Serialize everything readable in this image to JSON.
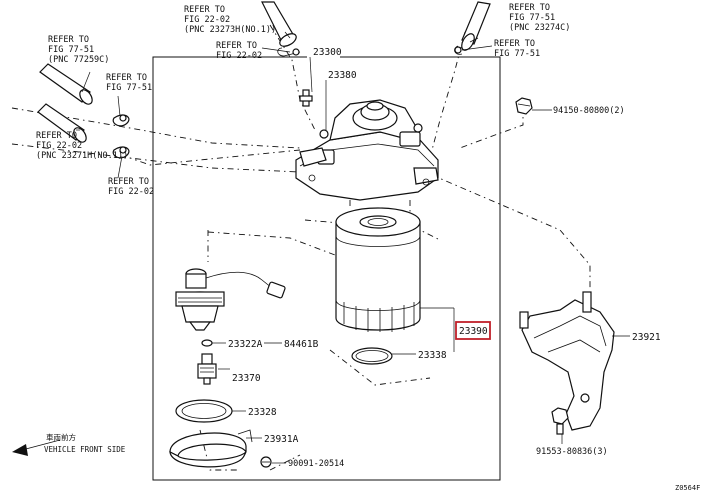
{
  "refs": {
    "top_left": [
      "REFER TO",
      "FIG 22-02",
      "(PNC 23273H(NO.1))"
    ],
    "top_left_b": [
      "REFER TO",
      "FIG 22-02"
    ],
    "top_right": [
      "REFER TO",
      "FIG 77-51",
      "(PNC 23274C)"
    ],
    "top_right_b": [
      "REFER TO",
      "FIG 77-51"
    ],
    "left_a": [
      "REFER TO",
      "FIG 77-51",
      "(PNC 77259C)"
    ],
    "left_b": [
      "REFER TO",
      "FIG 77-51"
    ],
    "left_c": [
      "REFER TO",
      "FIG 22-02",
      "(PNC 23271H(NO.1))"
    ],
    "left_d": [
      "REFER TO",
      "FIG 22-02"
    ]
  },
  "parts": {
    "p23300": "23300",
    "p23380": "23380",
    "p94150": "94150-80800(2)",
    "p23390": "23390",
    "p23338": "23338",
    "p23322a": "23322A",
    "p84461b": "84461B",
    "p23370": "23370",
    "p23328": "23328",
    "p23931a": "23931A",
    "p90091": "90091-20514",
    "p23921": "23921",
    "p91553": "91553-80836(3)"
  },
  "front": {
    "jp": "車両前方",
    "en": "VEHICLE FRONT SIDE"
  },
  "figure_code": "Z0564F",
  "colors": {
    "highlight": "#c0202a",
    "ink": "#111111"
  }
}
